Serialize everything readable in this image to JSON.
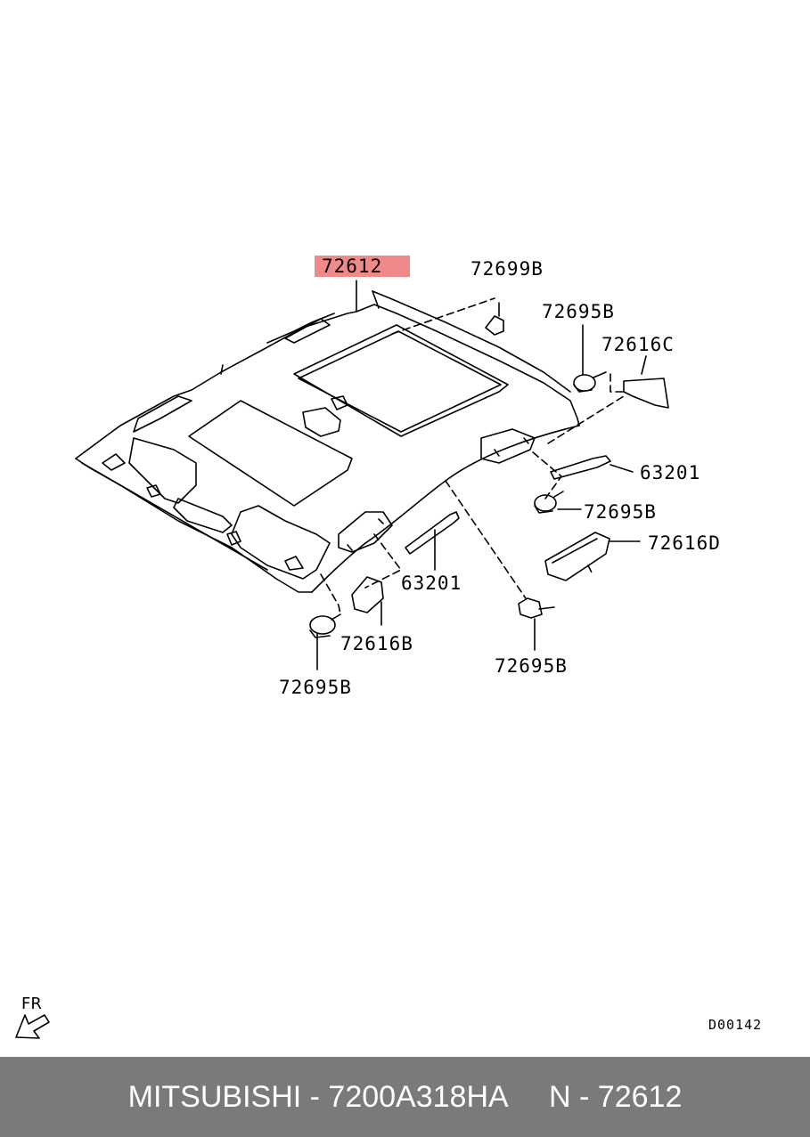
{
  "callouts": {
    "c72612": "72612",
    "c72699B": "72699B",
    "c72695B_1": "72695B",
    "c72616C": "72616C",
    "c63201_1": "63201",
    "c72695B_2": "72695B",
    "c72616D": "72616D",
    "c63201_2": "63201",
    "c72616B": "72616B",
    "c72695B_3": "72695B",
    "c72695B_4": "72695B"
  },
  "direction_label": "FR",
  "reference_code": "D00142",
  "footer": {
    "brand": "MITSUBISHI",
    "part_number": "7200A318HA",
    "ref_number": "N - 72612",
    "text": "MITSUBISHI - 7200A318HA     N - 72612"
  },
  "colors": {
    "highlight": "#f08a8a",
    "footer_background": "#7a7a7a",
    "footer_text": "#ffffff"
  },
  "icons": [
    "front-direction-arrow-icon"
  ]
}
